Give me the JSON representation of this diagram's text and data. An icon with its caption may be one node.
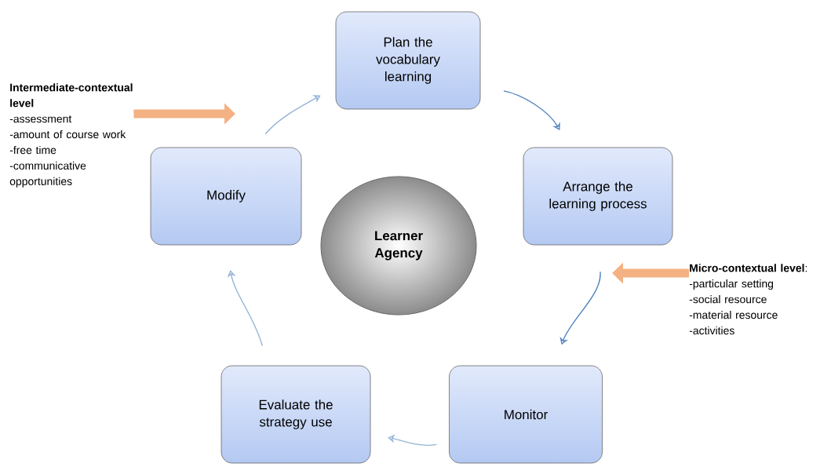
{
  "diagram": {
    "nodes": [
      {
        "text": [
          "Plan the vocabulary learning"
        ]
      },
      {
        "text": [
          "Arrange the learning process"
        ]
      },
      {
        "text": [
          "Monitor"
        ]
      },
      {
        "text": [
          "Evaluate the strategy use"
        ]
      },
      {
        "text": [
          "Modify"
        ]
      },
      {
        "text": [
          "Learner Agency"
        ]
      },
      {
        "text": [
          "Intermediate-contextual level",
          "-assessment",
          "-amount of course work",
          "-free time",
          "-communicative opportunities"
        ]
      },
      {
        "text": [
          "**Micro-contextual level**:",
          "-particular setting",
          "-social resource",
          "-material resource",
          "-activities"
        ]
      }
    ],
    "edges": [
      {
        "from": 4,
        "to": 0,
        "arrow": "to"
      },
      {
        "from": 0,
        "to": 1,
        "arrow": "to",
        "color": "#4f81bd"
      },
      {
        "from": 1,
        "to": 2,
        "arrow": "to",
        "color": "#4f81bd"
      },
      {
        "from": 2,
        "to": 3,
        "arrow": "to"
      },
      {
        "from": 3,
        "to": 4,
        "arrow": "to"
      },
      {
        "from": 6,
        "to": null,
        "arrow": "to",
        "style": "thick",
        "color": "#f4b183"
      },
      {
        "from": 7,
        "to": null,
        "arrow": "to",
        "style": "thick",
        "color": "#f4b183"
      }
    ]
  }
}
